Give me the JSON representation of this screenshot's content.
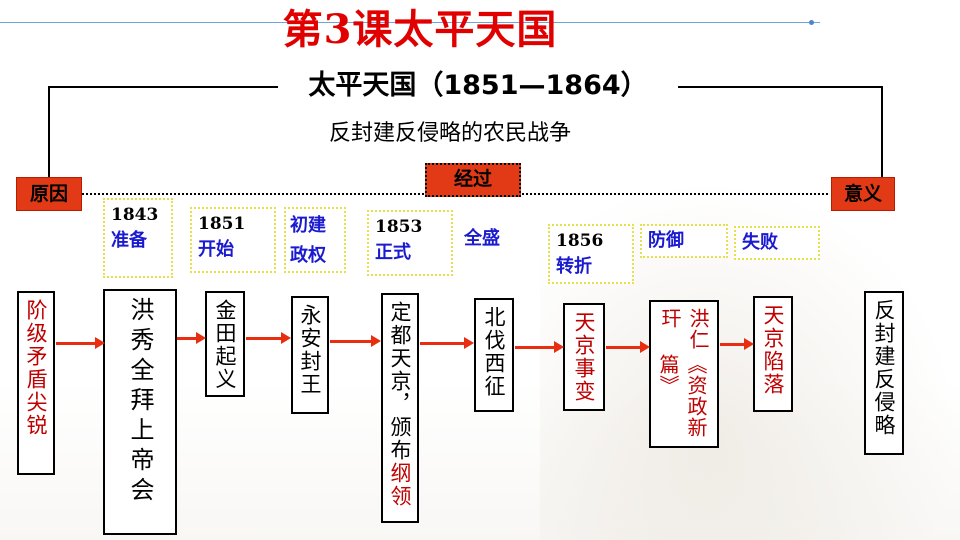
{
  "title": "第3课太平天国",
  "main_title": "太平天国（1851—1864）",
  "subtitle": "反封建反侵略的农民战争",
  "labels": {
    "cause": "原因",
    "process": "经过",
    "significance": "意义"
  },
  "phases": [
    {
      "year": "1843",
      "label": "准备"
    },
    {
      "year": "1851",
      "label": "开始"
    },
    {
      "year": "",
      "label": "初建政权"
    },
    {
      "year": "1853",
      "label": "正式"
    },
    {
      "year": "",
      "label": "全盛"
    },
    {
      "year": "1856",
      "label": "转折"
    },
    {
      "year": "",
      "label": "防御"
    },
    {
      "year": "",
      "label": "失败"
    }
  ],
  "events": [
    {
      "text": "阶级矛盾尖锐",
      "color": "red"
    },
    {
      "text": "洪秀全拜上帝会",
      "color": "black"
    },
    {
      "text": "金田起义",
      "color": "black"
    },
    {
      "text": "永安封王",
      "color": "black"
    },
    {
      "text_main": "定都天京，颁布",
      "text_red": "纲领",
      "color": "mixed"
    },
    {
      "text": "北伐西征",
      "color": "black"
    },
    {
      "text": "天京事变",
      "color": "red"
    },
    {
      "text_main": "洪仁玕",
      "text_red": "《资政新篇》",
      "color": "red"
    },
    {
      "text": "天京陷落",
      "color": "red"
    },
    {
      "text": "反封建反侵略",
      "color": "black"
    }
  ],
  "colors": {
    "title_red": "#e00000",
    "label_bg": "#e23a16",
    "phase_text": "#1a1ad0",
    "arrow": "#e82d10"
  }
}
